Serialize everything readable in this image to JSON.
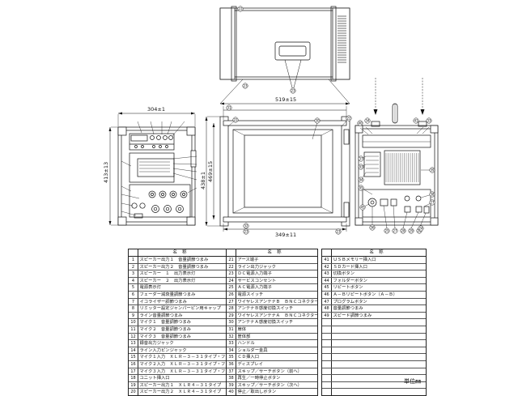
{
  "dimensions": {
    "top_width": "519±15",
    "front_width": "304±1",
    "front_height": "413±13",
    "side_height_inner": "438±1",
    "side_height_outer": "469±15",
    "side_depth": "349±11"
  },
  "callouts": {
    "top_view": [
      "22",
      "23",
      "23"
    ],
    "side_view": [
      "31",
      "22",
      "30",
      "22",
      "32",
      "23",
      "23"
    ],
    "rear_view": [
      "40",
      "34",
      "41",
      "33",
      "37",
      "43",
      "44",
      "45",
      "39",
      "45",
      "36",
      "25",
      "27",
      "28",
      "29",
      "26",
      "38",
      "27",
      "24"
    ]
  },
  "tables": [
    {
      "header": "名称",
      "rows": [
        {
          "num": "1",
          "name": "スピーカー出力１　音量調節つまみ"
        },
        {
          "num": "2",
          "name": "スピーカー出力２　音量調節つまみ"
        },
        {
          "num": "3",
          "name": "スピーカー　１　出力表示灯"
        },
        {
          "num": "4",
          "name": "スピーカー　２　出力表示灯"
        },
        {
          "num": "5",
          "name": "電源表示灯"
        },
        {
          "num": "6",
          "name": "フェーダー減衰量調節つまみ"
        },
        {
          "num": "7",
          "name": "イコライザー調節つまみ"
        },
        {
          "num": "8",
          "name": "リミッター設定ジャンパーピン用キャップ"
        },
        {
          "num": "9",
          "name": "ライン音量調節つまみ"
        },
        {
          "num": "10",
          "name": "マイク１　音量調節つまみ"
        },
        {
          "num": "11",
          "name": "マイク２　音量調節つまみ"
        },
        {
          "num": "12",
          "name": "マイク３　音量調節つまみ"
        },
        {
          "num": "13",
          "name": "録音出力ジャック"
        },
        {
          "num": "14",
          "name": "ライン入力ピンジャック"
        },
        {
          "num": "15",
          "name": "マイク１入力　ＸＬＲ－３－３１タイプ・フォーンジャック"
        },
        {
          "num": "16",
          "name": "マイク２入力　ＸＬＲ－３－３１タイプ・フォーンジャック"
        },
        {
          "num": "17",
          "name": "マイク３入力　ＸＬＲ－３－３１タイプ・フォーンジャック"
        },
        {
          "num": "18",
          "name": "ユニット挿入口"
        },
        {
          "num": "19",
          "name": "スピーカー出力１　ＸＬＲ４－３１タイプ"
        },
        {
          "num": "20",
          "name": "スピーカー出力２　ＸＬＲ４－３１タイプ"
        }
      ]
    },
    {
      "header": "名称",
      "rows": [
        {
          "num": "21",
          "name": "アース端子"
        },
        {
          "num": "22",
          "name": "ライン出力ジャック"
        },
        {
          "num": "23",
          "name": "ＤＣ電源入力端子"
        },
        {
          "num": "24",
          "name": "サービスコンセント"
        },
        {
          "num": "25",
          "name": "ＡＣ電源入力端子"
        },
        {
          "num": "26",
          "name": "電源スイッチ"
        },
        {
          "num": "27",
          "name": "ワイヤレスアンテナＢ　ＢＮＣコネクター"
        },
        {
          "num": "28",
          "name": "アンテナＢ感度切換スイッチ"
        },
        {
          "num": "29",
          "name": "ワイヤレスアンテナＡ　ＢＮＣコネクター"
        },
        {
          "num": "30",
          "name": "アンテナＡ感度切換スイッチ"
        },
        {
          "num": "31",
          "name": "扉体"
        },
        {
          "num": "32",
          "name": "筐体部"
        },
        {
          "num": "33",
          "name": "ハンドル"
        },
        {
          "num": "34",
          "name": "ショルダー金具"
        },
        {
          "num": "35",
          "name": "ＣＤ挿入口"
        },
        {
          "num": "36",
          "name": "ディスプレイ"
        },
        {
          "num": "37",
          "name": "スキップ／サーチボタン（前へ）"
        },
        {
          "num": "38",
          "name": "再生／一時停止ボタン"
        },
        {
          "num": "39",
          "name": "スキップ／サーチボタン（次へ）"
        },
        {
          "num": "40",
          "name": "停止／取出しボタン"
        }
      ]
    },
    {
      "header": "名称",
      "rows": [
        {
          "num": "41",
          "name": "ＵＳＢメモリー挿入口"
        },
        {
          "num": "42",
          "name": "ＳＤカード挿入口"
        },
        {
          "num": "43",
          "name": "切換ボタン"
        },
        {
          "num": "44",
          "name": "フォルダーボタン"
        },
        {
          "num": "45",
          "name": "リピートボタン"
        },
        {
          "num": "46",
          "name": "Ａ－Ｂリピートボタン（Ａ－Ｂ）"
        },
        {
          "num": "47",
          "name": "プログラムボタン"
        },
        {
          "num": "48",
          "name": "音量調節つまみ"
        },
        {
          "num": "49",
          "name": "スピード調節つまみ"
        },
        {
          "num": "",
          "name": ""
        },
        {
          "num": "",
          "name": ""
        },
        {
          "num": "",
          "name": ""
        },
        {
          "num": "",
          "name": ""
        },
        {
          "num": "",
          "name": ""
        },
        {
          "num": "",
          "name": ""
        },
        {
          "num": "",
          "name": ""
        },
        {
          "num": "",
          "name": ""
        },
        {
          "num": "",
          "name": ""
        },
        {
          "num": "",
          "name": ""
        },
        {
          "num": "",
          "name": ""
        }
      ]
    }
  ],
  "unit_label": "単位㎜"
}
